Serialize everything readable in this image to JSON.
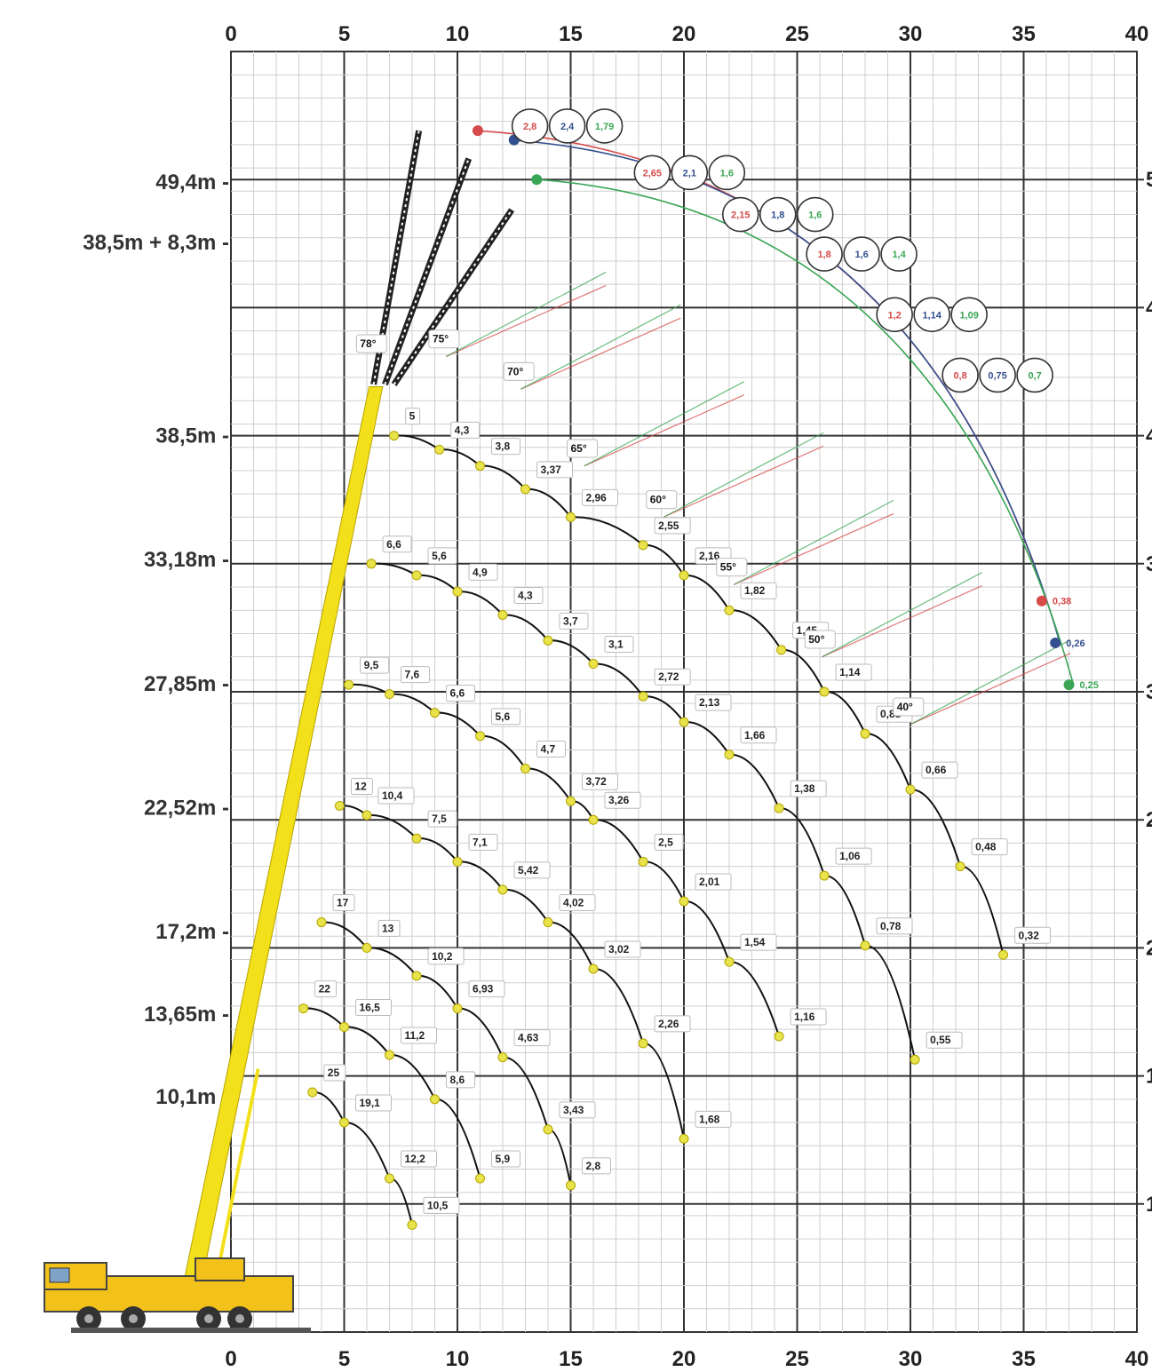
{
  "chart_data": {
    "type": "line",
    "title": "",
    "xlabel": "",
    "ylabel": "",
    "xlim": [
      0,
      40
    ],
    "ylim": [
      0,
      55
    ],
    "grid": true,
    "x_ticks": [
      "0",
      "5",
      "10",
      "15",
      "20",
      "25",
      "30",
      "35",
      "40"
    ],
    "y_ticks_right": [
      "5",
      "4",
      "4",
      "3",
      "3",
      "2",
      "2",
      "1",
      "1"
    ],
    "boom_heights": [
      "49,4m",
      "38,5m + 8,3m",
      "38,5m",
      "33,18m",
      "27,85m",
      "22,52m",
      "17,2m",
      "13,65m",
      "10,1m"
    ],
    "boom_series": [
      {
        "points": [
          {
            "x": 7.2,
            "y": 38.5,
            "label": "5"
          },
          {
            "x": 9.2,
            "y": 37.9,
            "label": "4,3"
          },
          {
            "x": 11.0,
            "y": 37.2,
            "label": "3,8"
          },
          {
            "x": 13.0,
            "y": 36.2,
            "label": "3,37"
          },
          {
            "x": 15.0,
            "y": 35.0,
            "label": "2,96"
          },
          {
            "x": 18.2,
            "y": 33.8,
            "label": "2,55"
          },
          {
            "x": 20.0,
            "y": 32.5,
            "label": "2,16"
          },
          {
            "x": 22.0,
            "y": 31.0,
            "label": "1,82"
          },
          {
            "x": 24.3,
            "y": 29.3,
            "label": "1,45"
          },
          {
            "x": 26.2,
            "y": 27.5,
            "label": "1,14"
          },
          {
            "x": 28.0,
            "y": 25.7,
            "label": "0,88"
          },
          {
            "x": 30.0,
            "y": 23.3,
            "label": "0,66"
          },
          {
            "x": 32.2,
            "y": 20.0,
            "label": "0,48"
          },
          {
            "x": 34.1,
            "y": 16.2,
            "label": "0,32"
          }
        ]
      },
      {
        "points": [
          {
            "x": 6.2,
            "y": 33.0,
            "label": "6,6"
          },
          {
            "x": 8.2,
            "y": 32.5,
            "label": "5,6"
          },
          {
            "x": 10.0,
            "y": 31.8,
            "label": "4,9"
          },
          {
            "x": 12.0,
            "y": 30.8,
            "label": "4,3"
          },
          {
            "x": 14.0,
            "y": 29.7,
            "label": "3,7"
          },
          {
            "x": 16.0,
            "y": 28.7,
            "label": "3,1"
          },
          {
            "x": 18.2,
            "y": 27.3,
            "label": "2,72"
          },
          {
            "x": 20.0,
            "y": 26.2,
            "label": "2,13"
          },
          {
            "x": 22.0,
            "y": 24.8,
            "label": "1,66"
          },
          {
            "x": 24.2,
            "y": 22.5,
            "label": "1,38"
          },
          {
            "x": 26.2,
            "y": 19.6,
            "label": "1,06"
          },
          {
            "x": 28.0,
            "y": 16.6,
            "label": "0,78"
          },
          {
            "x": 30.2,
            "y": 11.7,
            "label": "0,55"
          }
        ]
      },
      {
        "points": [
          {
            "x": 5.2,
            "y": 27.8,
            "label": "9,5"
          },
          {
            "x": 7.0,
            "y": 27.4,
            "label": "7,6"
          },
          {
            "x": 9.0,
            "y": 26.6,
            "label": "6,6"
          },
          {
            "x": 11.0,
            "y": 25.6,
            "label": "5,6"
          },
          {
            "x": 13.0,
            "y": 24.2,
            "label": "4,7"
          },
          {
            "x": 15.0,
            "y": 22.8,
            "label": "3,72"
          },
          {
            "x": 16.0,
            "y": 22.0,
            "label": "3,26"
          },
          {
            "x": 18.2,
            "y": 20.2,
            "label": "2,5"
          },
          {
            "x": 20.0,
            "y": 18.5,
            "label": "2,01"
          },
          {
            "x": 22.0,
            "y": 15.9,
            "label": "1,54"
          },
          {
            "x": 24.2,
            "y": 12.7,
            "label": "1,16"
          }
        ]
      },
      {
        "points": [
          {
            "x": 4.8,
            "y": 22.6,
            "label": "12"
          },
          {
            "x": 6.0,
            "y": 22.2,
            "label": "10,4"
          },
          {
            "x": 8.2,
            "y": 21.2,
            "label": "7,5"
          },
          {
            "x": 10.0,
            "y": 20.2,
            "label": "7,1"
          },
          {
            "x": 12.0,
            "y": 19.0,
            "label": "5,42"
          },
          {
            "x": 14.0,
            "y": 17.6,
            "label": "4,02"
          },
          {
            "x": 16.0,
            "y": 15.6,
            "label": "3,02"
          },
          {
            "x": 18.2,
            "y": 12.4,
            "label": "2,26"
          },
          {
            "x": 20.0,
            "y": 8.3,
            "label": "1,68"
          }
        ]
      },
      {
        "points": [
          {
            "x": 4.0,
            "y": 17.6,
            "label": "17"
          },
          {
            "x": 6.0,
            "y": 16.5,
            "label": "13"
          },
          {
            "x": 8.2,
            "y": 15.3,
            "label": "10,2"
          },
          {
            "x": 10.0,
            "y": 13.9,
            "label": "6,93"
          },
          {
            "x": 12.0,
            "y": 11.8,
            "label": "4,63"
          },
          {
            "x": 14.0,
            "y": 8.7,
            "label": "3,43"
          },
          {
            "x": 15.0,
            "y": 6.3,
            "label": "2,8"
          }
        ]
      },
      {
        "points": [
          {
            "x": 3.2,
            "y": 13.9,
            "label": "22"
          },
          {
            "x": 5.0,
            "y": 13.1,
            "label": "16,5"
          },
          {
            "x": 7.0,
            "y": 11.9,
            "label": "11,2"
          },
          {
            "x": 9.0,
            "y": 10.0,
            "label": "8,6"
          },
          {
            "x": 11.0,
            "y": 6.6,
            "label": "5,9"
          }
        ]
      },
      {
        "points": [
          {
            "x": 3.6,
            "y": 10.3,
            "label": "25"
          },
          {
            "x": 5.0,
            "y": 9.0,
            "label": "19,1"
          },
          {
            "x": 7.0,
            "y": 6.6,
            "label": "12,2"
          },
          {
            "x": 8.0,
            "y": 4.6,
            "label": "10,5"
          }
        ]
      }
    ],
    "angles": [
      {
        "x": 5.7,
        "y": 42.3,
        "label": "78°"
      },
      {
        "x": 8.9,
        "y": 42.5,
        "label": "75°"
      },
      {
        "x": 12.2,
        "y": 41.1,
        "label": "70°"
      },
      {
        "x": 15.0,
        "y": 37.8,
        "label": "65°"
      },
      {
        "x": 18.5,
        "y": 35.6,
        "label": "60°"
      },
      {
        "x": 21.6,
        "y": 32.7,
        "label": "55°"
      },
      {
        "x": 25.5,
        "y": 29.6,
        "label": "50°"
      },
      {
        "x": 29.4,
        "y": 26.7,
        "label": "40°"
      }
    ],
    "jib_groups": [
      {
        "x": 13.2,
        "y": 51.8,
        "values": [
          "2,8",
          "2,4",
          "1,79"
        ]
      },
      {
        "x": 18.6,
        "y": 49.8,
        "values": [
          "2,65",
          "2,1",
          "1,6"
        ]
      },
      {
        "x": 22.5,
        "y": 48.0,
        "values": [
          "2,15",
          "1,8",
          "1,6"
        ]
      },
      {
        "x": 26.2,
        "y": 46.3,
        "values": [
          "1,8",
          "1,6",
          "1,4"
        ]
      },
      {
        "x": 29.3,
        "y": 43.7,
        "values": [
          "1,2",
          "1,14",
          "1,09"
        ]
      },
      {
        "x": 32.2,
        "y": 41.1,
        "values": [
          "0,8",
          "0,75",
          "0,7"
        ]
      }
    ],
    "jib_end_labels": [
      {
        "x": 36.6,
        "y": 31.4,
        "label": "0,38",
        "color": "#d64a4a"
      },
      {
        "x": 37.2,
        "y": 29.6,
        "label": "0,26",
        "color": "#334f8f"
      },
      {
        "x": 37.8,
        "y": 27.8,
        "label": "0,25",
        "color": "#3aa655"
      }
    ],
    "colors": {
      "curve": "#111111",
      "boom": "#f2e01b",
      "point": "#e8e34a",
      "jib_red": "#d64a4a",
      "jib_blue": "#334f8f",
      "jib_green": "#3aa655",
      "grid": "#cfcfcf",
      "grid_major": "#333333"
    }
  }
}
